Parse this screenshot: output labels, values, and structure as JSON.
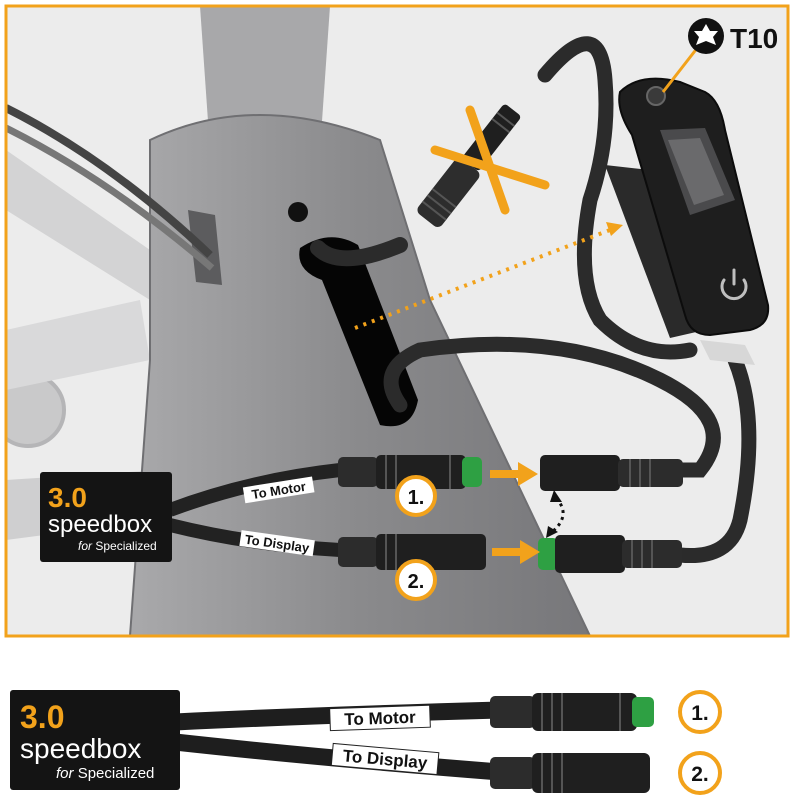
{
  "tool": {
    "label": "T10",
    "icon": "torx-star-icon"
  },
  "brand": {
    "version": "3.0",
    "name": "speedbox",
    "for_word": "for",
    "maker": "Specialized"
  },
  "cables": {
    "motor_label": "To Motor",
    "display_label": "To Display"
  },
  "steps": {
    "one": "1.",
    "two": "2."
  },
  "icons": {
    "display_unit": "display-unit",
    "power": "power-icon",
    "remove": "cross-mark-icon",
    "swap": "swap-arrow-icon"
  },
  "colors": {
    "frame_border": "#f2a21b",
    "accent": "#f2a21b",
    "connector_green": "#2ea043",
    "frame": "#8d8d8f",
    "background": "#ffffff"
  }
}
